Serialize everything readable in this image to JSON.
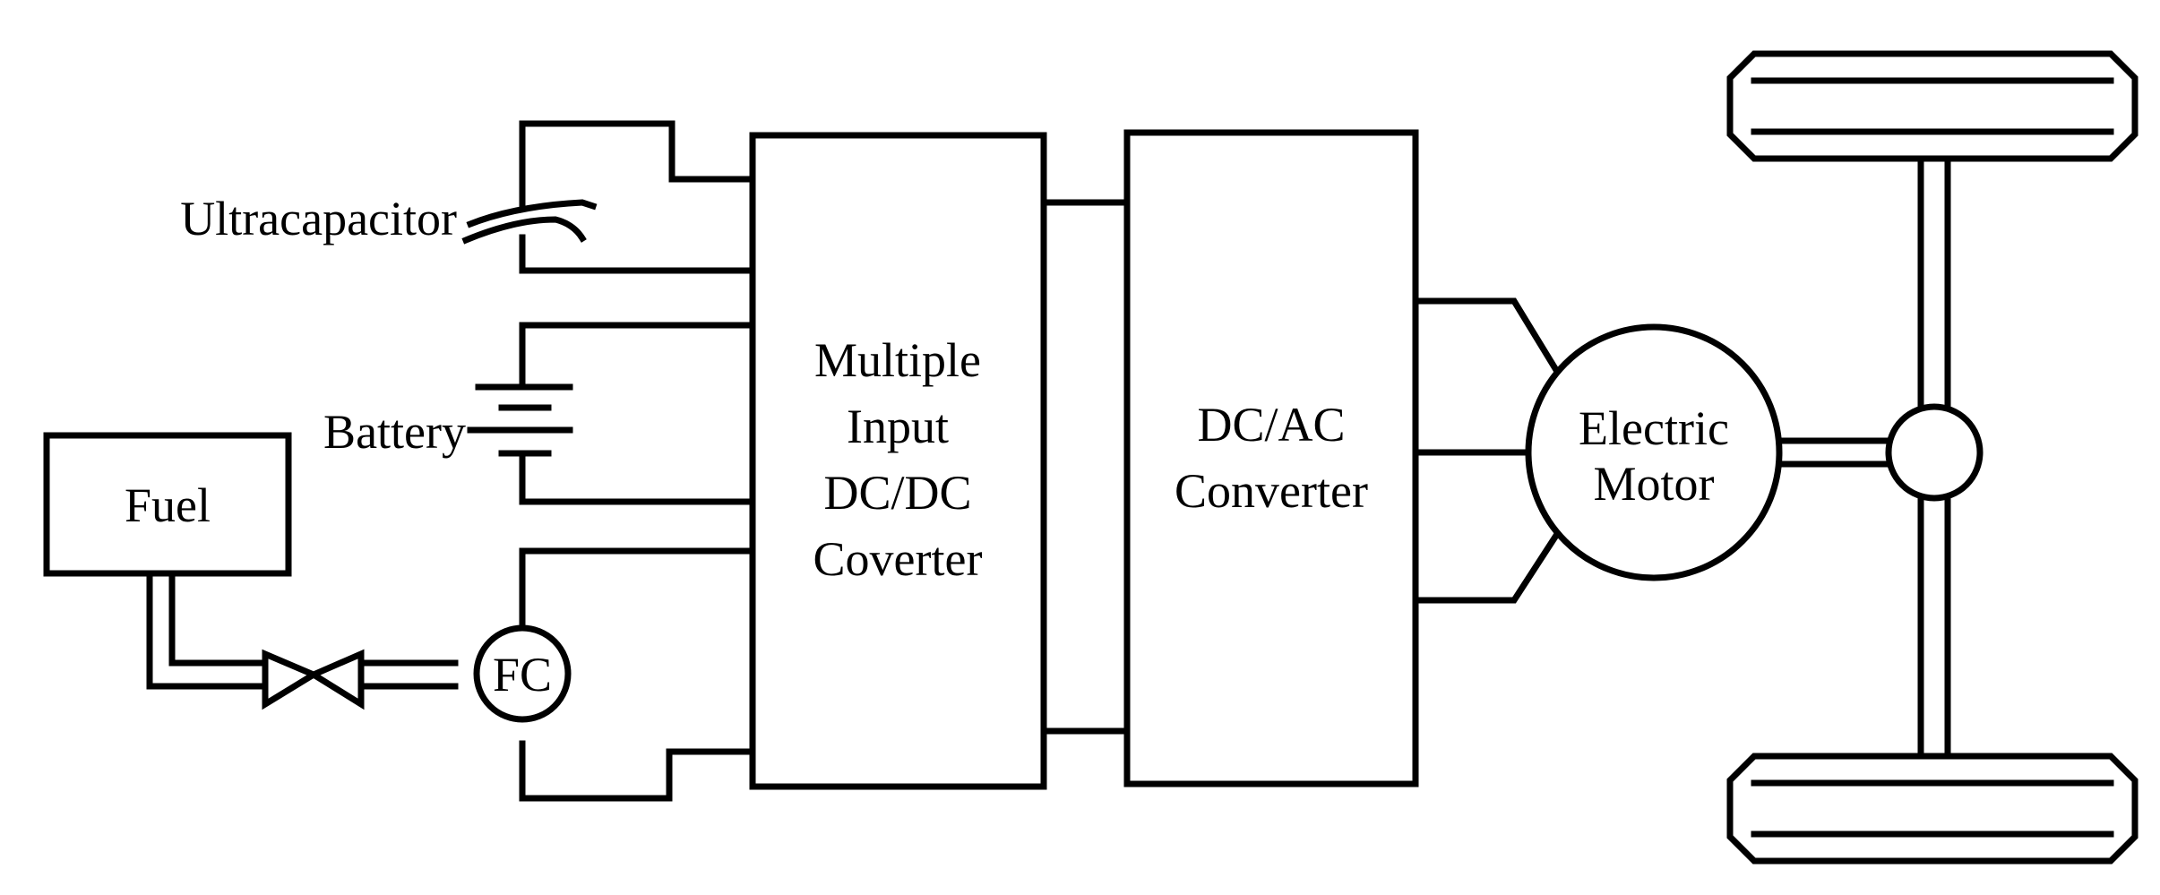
{
  "labels": {
    "ultracapacitor": "Ultracapacitor",
    "battery": "Battery",
    "fuel": "Fuel",
    "fc": "FC",
    "mimo": [
      "Multiple",
      "Input",
      "DC/DC",
      "Coverter"
    ],
    "dcac": [
      "DC/AC",
      "Converter"
    ],
    "motor": [
      "Electric",
      "Motor"
    ]
  },
  "colors": {
    "stroke": "#000000",
    "background": "#ffffff"
  }
}
